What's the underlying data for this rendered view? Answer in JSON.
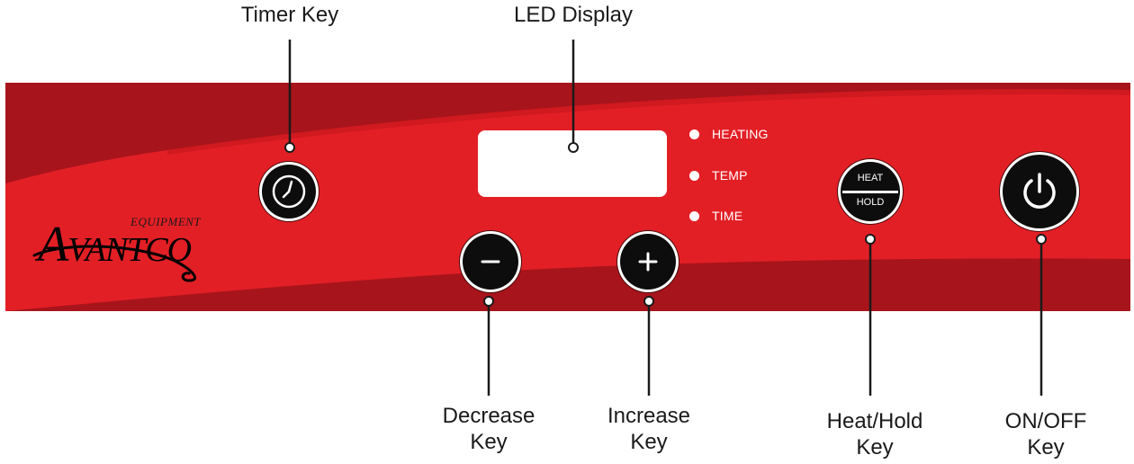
{
  "callouts": {
    "timer_key": "Timer Key",
    "led_display": "LED Display",
    "decrease_key": [
      "Decrease",
      "Key"
    ],
    "increase_key": [
      "Increase",
      "Key"
    ],
    "heat_hold_key": [
      "Heat/Hold",
      "Key"
    ],
    "on_off_key": [
      "ON/OFF",
      "Key"
    ]
  },
  "indicators": [
    "HEATING",
    "TEMP",
    "TIME"
  ],
  "heat_hold_button": {
    "top": "HEAT",
    "bottom": "HOLD"
  },
  "brand": {
    "small": "EQUIPMENT",
    "first_letter": "A",
    "rest": "VANTCO"
  },
  "colors": {
    "panel_red": "#e31f26",
    "panel_dark_red": "#a8141b",
    "button_black": "#0d0d0d",
    "text": "#1a1a1a"
  },
  "icons": {
    "timer": "clock-icon",
    "decrease": "minus-icon",
    "increase": "plus-icon",
    "power": "power-icon"
  }
}
